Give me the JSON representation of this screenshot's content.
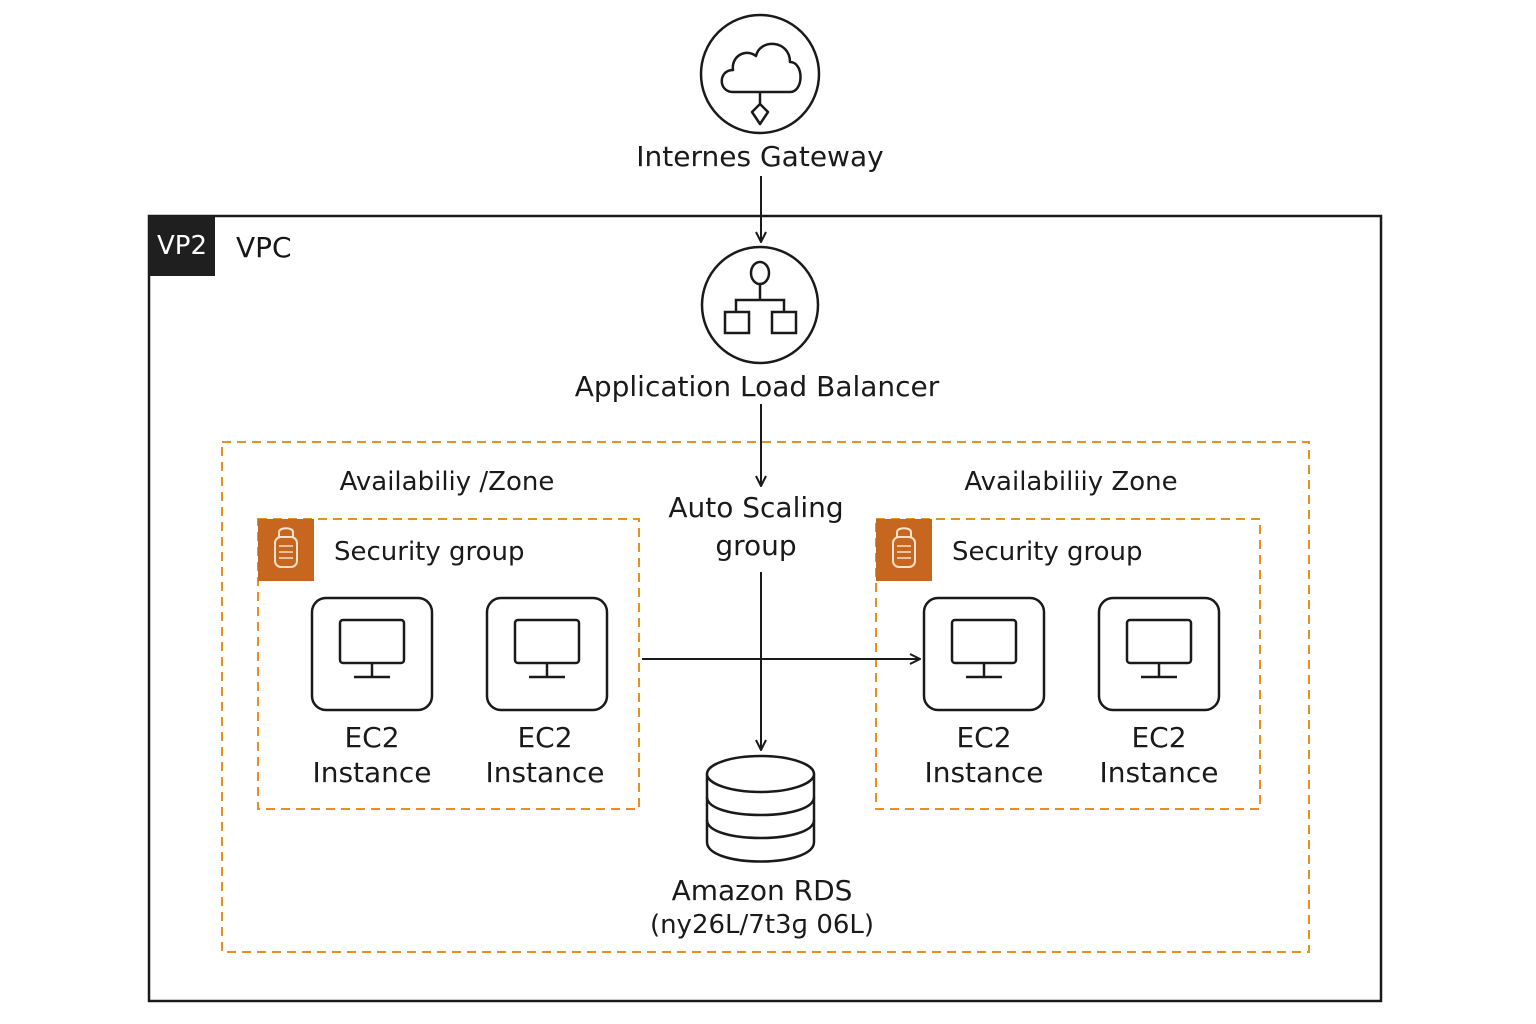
{
  "internet_gateway": {
    "label": "Internes Gateway",
    "icon": "cloud-gateway-icon"
  },
  "vpc": {
    "badge": "VP2",
    "title": "VPC"
  },
  "load_balancer": {
    "label": "Application Load Balancer",
    "icon": "load-balancer-icon"
  },
  "availability_zones": [
    {
      "label": "Availabiliy /Zone"
    },
    {
      "label": "Availabiliiy Zone"
    }
  ],
  "auto_scaling": {
    "line1": "Auto Scaling",
    "line2": "group"
  },
  "security_groups": [
    {
      "label": "Security group",
      "icon": "security-group-icon"
    },
    {
      "label": "Security group",
      "icon": "security-group-icon"
    }
  ],
  "ec2": {
    "line1": "EC2",
    "line2": "Instance",
    "icon": "monitor-icon"
  },
  "rds": {
    "label": "Amazon RDS",
    "sublabel": "(ny26L/7t3ɡ 06L)",
    "icon": "database-icon"
  },
  "colors": {
    "accent": "#e8901f",
    "badge": "#c7671f",
    "dark": "#1f1f1f"
  }
}
